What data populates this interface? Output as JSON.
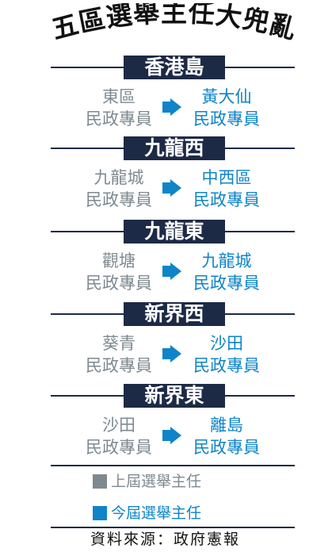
{
  "title": "五區選舉主任大兜亂",
  "colors": {
    "navy": "#1d2a45",
    "old": "#7e8a90",
    "new": "#0f84c8"
  },
  "sections": [
    {
      "region": "香港島",
      "from": {
        "district": "東區",
        "role": "民政專員"
      },
      "to": {
        "district": "黃大仙",
        "role": "民政專員"
      }
    },
    {
      "region": "九龍西",
      "from": {
        "district": "九龍城",
        "role": "民政專員"
      },
      "to": {
        "district": "中西區",
        "role": "民政專員"
      }
    },
    {
      "region": "九龍東",
      "from": {
        "district": "觀塘",
        "role": "民政專員"
      },
      "to": {
        "district": "九龍城",
        "role": "民政專員"
      }
    },
    {
      "region": "新界西",
      "from": {
        "district": "葵青",
        "role": "民政專員"
      },
      "to": {
        "district": "沙田",
        "role": "民政專員"
      }
    },
    {
      "region": "新界東",
      "from": {
        "district": "沙田",
        "role": "民政專員"
      },
      "to": {
        "district": "離島",
        "role": "民政專員"
      }
    }
  ],
  "legend": {
    "previous": "上屆選舉主任",
    "current": "今屆選舉主任"
  },
  "source": "資料來源：政府憲報"
}
